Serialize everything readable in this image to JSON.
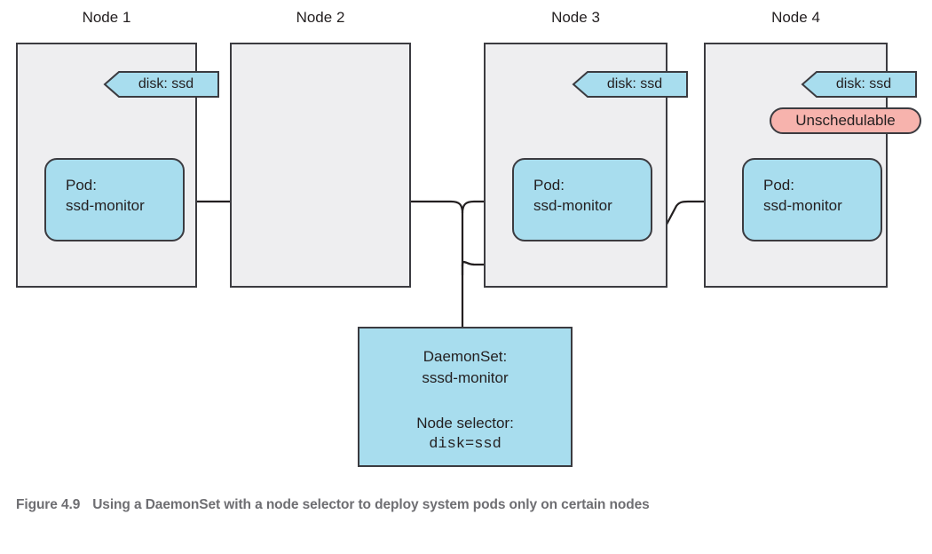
{
  "figure": {
    "caption_number": "Figure 4.9",
    "caption_text": "Using a DaemonSet with a node selector to deploy system pods only on certain nodes"
  },
  "colors": {
    "node_fill": "#eeeef0",
    "node_stroke": "#3b3b40",
    "pod_fill": "#a8ddee",
    "flag_fill": "#a8ddee",
    "unschedulable_fill": "#f7b3ad",
    "daemonset_fill": "#a8ddee",
    "line": "#231f20",
    "caption": "#6e6e72"
  },
  "nodes": [
    {
      "title": "Node 1",
      "flag_label": "disk: ssd",
      "has_flag": true,
      "unschedulable_label": null,
      "has_pod": true,
      "pod_line1": "Pod:",
      "pod_line2": "ssd-monitor"
    },
    {
      "title": "Node 2",
      "flag_label": null,
      "has_flag": false,
      "unschedulable_label": null,
      "has_pod": false,
      "pod_line1": null,
      "pod_line2": null
    },
    {
      "title": "Node 3",
      "flag_label": "disk: ssd",
      "has_flag": true,
      "unschedulable_label": null,
      "has_pod": true,
      "pod_line1": "Pod:",
      "pod_line2": "ssd-monitor"
    },
    {
      "title": "Node 4",
      "flag_label": "disk: ssd",
      "has_flag": true,
      "unschedulable_label": "Unschedulable",
      "has_pod": true,
      "pod_line1": "Pod:",
      "pod_line2": "ssd-monitor"
    }
  ],
  "daemonset": {
    "line1": "DaemonSet:",
    "line2": "sssd-monitor",
    "line3": "Node selector:",
    "line4": "disk=ssd"
  }
}
